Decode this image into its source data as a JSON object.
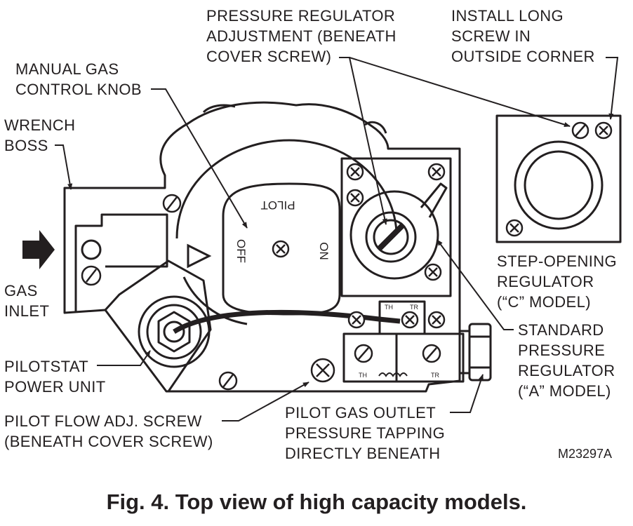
{
  "labels": {
    "pressure_regulator": [
      "PRESSURE REGULATOR",
      "ADJUSTMENT (BENEATH",
      "COVER SCREW)"
    ],
    "install_long_screw": [
      "INSTALL LONG",
      "SCREW IN",
      "OUTSIDE CORNER"
    ],
    "manual_gas_control": [
      "MANUAL GAS",
      "CONTROL KNOB"
    ],
    "wrench_boss": [
      "WRENCH",
      "BOSS"
    ],
    "gas_inlet": [
      "GAS",
      "INLET"
    ],
    "step_opening": [
      "STEP-OPENING",
      "REGULATOR",
      "(“C” MODEL)"
    ],
    "standard_regulator": [
      "STANDARD",
      "PRESSURE",
      "REGULATOR",
      "(“A” MODEL)"
    ],
    "pilotstat": [
      "PILOTSTAT",
      "POWER UNIT"
    ],
    "pilot_flow": [
      "PILOT FLOW ADJ. SCREW",
      "(BENEATH COVER SCREW)"
    ],
    "pilot_gas_outlet": [
      "PILOT GAS OUTLET",
      "PRESSURE TAPPING",
      "DIRECTLY BENEATH"
    ]
  },
  "knob": {
    "pilot": "PILOT",
    "off": "OFF",
    "on": "ON"
  },
  "terminals": {
    "th": "TH",
    "tr": "TR"
  },
  "figure_code": "M23297A",
  "caption": "Fig. 4. Top view of high capacity models."
}
